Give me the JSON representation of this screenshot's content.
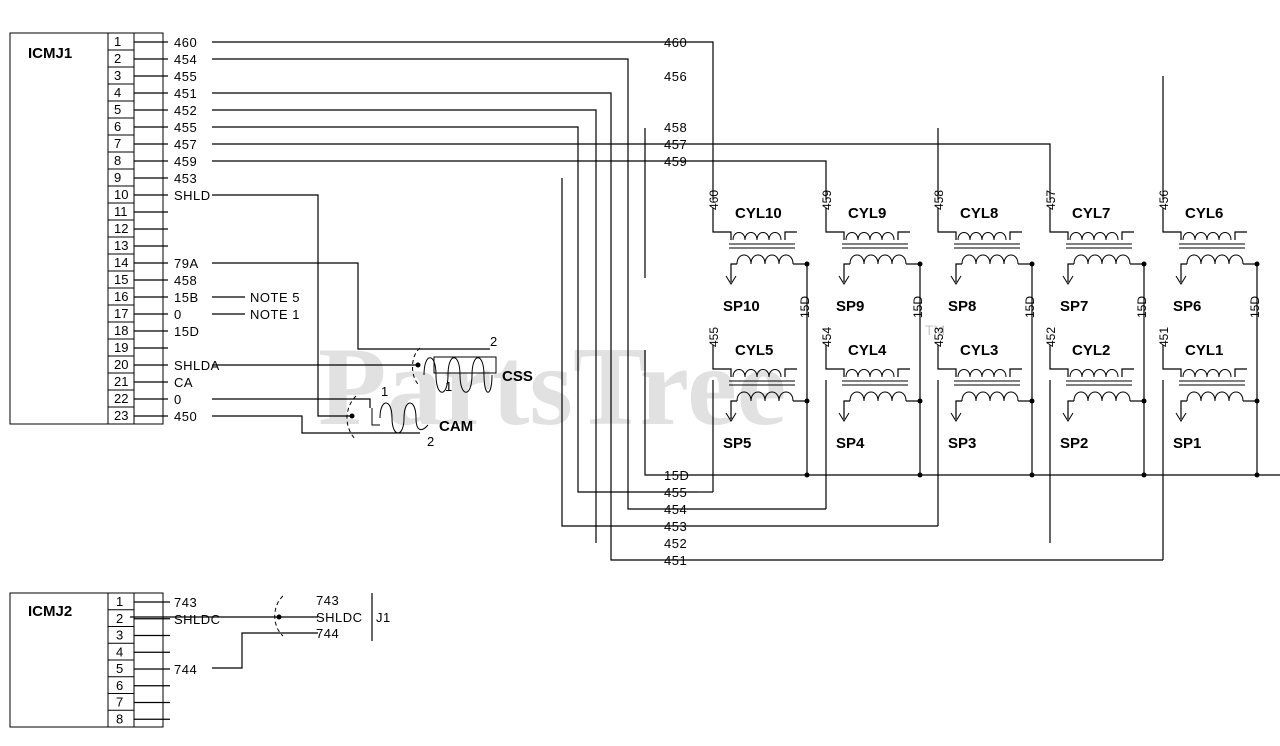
{
  "watermark": {
    "text": "PartsTree",
    "tm": "TM"
  },
  "icmj1": {
    "title": "ICMJ1",
    "pins": [
      {
        "num": "1",
        "label": "460"
      },
      {
        "num": "2",
        "label": "454"
      },
      {
        "num": "3",
        "label": "455"
      },
      {
        "num": "4",
        "label": "451"
      },
      {
        "num": "5",
        "label": "452"
      },
      {
        "num": "6",
        "label": "455"
      },
      {
        "num": "7",
        "label": "457"
      },
      {
        "num": "8",
        "label": "459"
      },
      {
        "num": "9",
        "label": "453"
      },
      {
        "num": "10",
        "label": "SHLD"
      },
      {
        "num": "11",
        "label": ""
      },
      {
        "num": "12",
        "label": ""
      },
      {
        "num": "13",
        "label": ""
      },
      {
        "num": "14",
        "label": "79A"
      },
      {
        "num": "15",
        "label": "458"
      },
      {
        "num": "16",
        "label": "15B"
      },
      {
        "num": "17",
        "label": "0"
      },
      {
        "num": "18",
        "label": "15D"
      },
      {
        "num": "19",
        "label": ""
      },
      {
        "num": "20",
        "label": "SHLDA"
      },
      {
        "num": "21",
        "label": "CA"
      },
      {
        "num": "22",
        "label": "0"
      },
      {
        "num": "23",
        "label": "450"
      }
    ],
    "notes": [
      "NOTE 5",
      "NOTE 1"
    ]
  },
  "icmj2": {
    "title": "ICMJ2",
    "pins": [
      {
        "num": "1",
        "label": "743"
      },
      {
        "num": "2",
        "label": "SHLDC"
      },
      {
        "num": "3",
        "label": ""
      },
      {
        "num": "4",
        "label": ""
      },
      {
        "num": "5",
        "label": "744"
      },
      {
        "num": "6",
        "label": ""
      },
      {
        "num": "7",
        "label": ""
      },
      {
        "num": "8",
        "label": ""
      }
    ],
    "j1": {
      "label": "J1",
      "wires": [
        "743",
        "SHLDC",
        "744"
      ]
    }
  },
  "sensors": {
    "css": {
      "label": "CSS",
      "pin1": "1",
      "pin2": "2"
    },
    "cam": {
      "label": "CAM",
      "pin1": "1",
      "pin2": "2"
    }
  },
  "bus_labels": {
    "top": [
      "460",
      "456",
      "458",
      "457",
      "459"
    ],
    "bottom": [
      "15D",
      "455",
      "454",
      "453",
      "452",
      "451"
    ]
  },
  "cylinders_top": [
    {
      "cyl": "CYL10",
      "sp": "SP10",
      "wire": "460",
      "ret": "15D"
    },
    {
      "cyl": "CYL9",
      "sp": "SP9",
      "wire": "459",
      "ret": "15D"
    },
    {
      "cyl": "CYL8",
      "sp": "SP8",
      "wire": "458",
      "ret": "15D"
    },
    {
      "cyl": "CYL7",
      "sp": "SP7",
      "wire": "457",
      "ret": "15D"
    },
    {
      "cyl": "CYL6",
      "sp": "SP6",
      "wire": "456",
      "ret": "15D"
    }
  ],
  "cylinders_bottom": [
    {
      "cyl": "CYL5",
      "sp": "SP5",
      "wire": "455"
    },
    {
      "cyl": "CYL4",
      "sp": "SP4",
      "wire": "454"
    },
    {
      "cyl": "CYL3",
      "sp": "SP3",
      "wire": "453"
    },
    {
      "cyl": "CYL2",
      "sp": "SP2",
      "wire": "452"
    },
    {
      "cyl": "CYL1",
      "sp": "SP1",
      "wire": "451"
    }
  ]
}
